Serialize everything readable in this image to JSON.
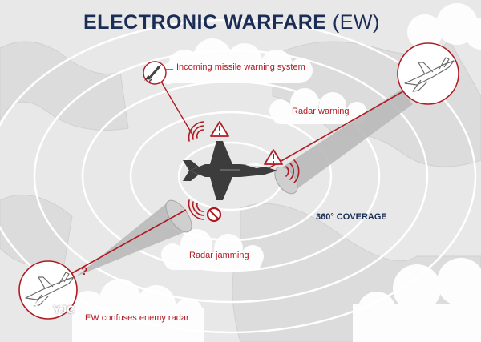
{
  "title": {
    "main": "ELECTRONIC WARFARE",
    "abbr": "(EW)"
  },
  "labels": {
    "missile_warning": "Incoming missile warning system",
    "radar_warning": "Radar warning",
    "radar_jamming": "Radar jamming",
    "confuses": "EW confuses enemy radar",
    "coverage": "360° COVERAGE",
    "question_mark": "?"
  },
  "watermark": "YJC",
  "colors": {
    "accent": "#b01a22",
    "title": "#1c2d55",
    "background": "#e8e8e8",
    "rings": "#ffffff",
    "beam": "#b9b9b9",
    "jet": "#3c3c3c"
  },
  "icons": [
    "warning-triangle-icon",
    "no-entry-icon",
    "signal-wave-icon",
    "missile-icon",
    "fighter-jet-icon"
  ]
}
